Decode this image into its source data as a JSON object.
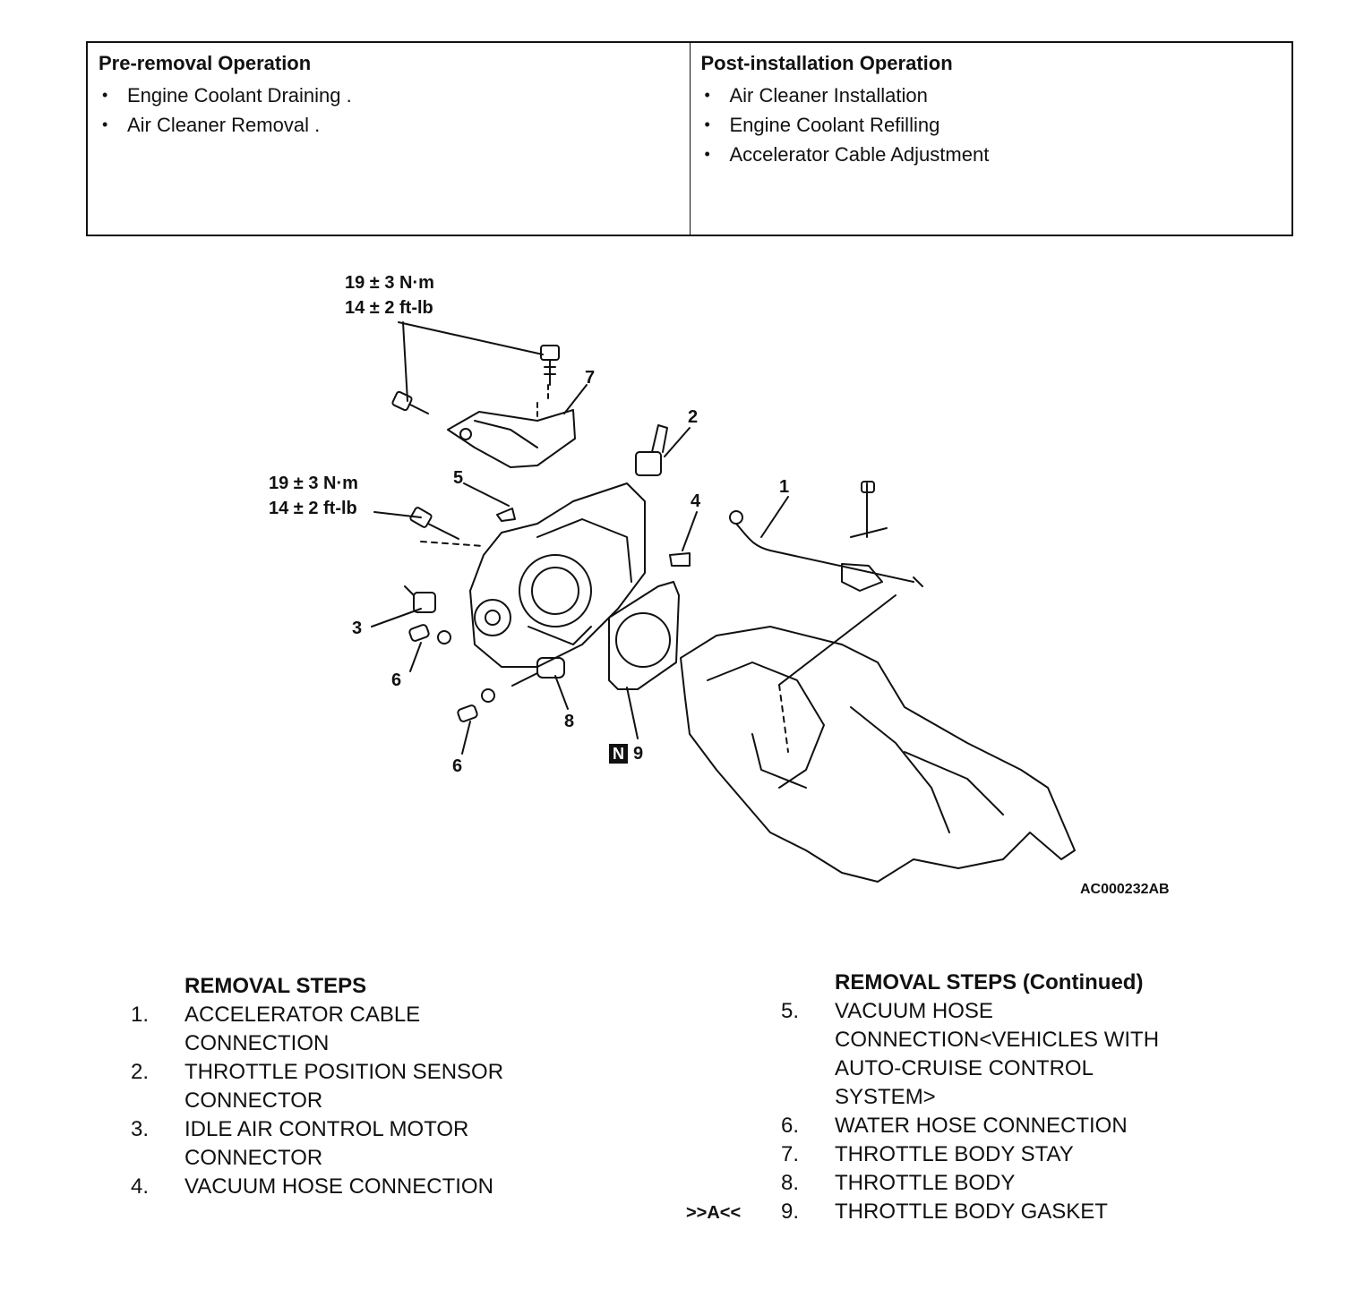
{
  "operations": {
    "pre": {
      "heading": "Pre-removal Operation",
      "items": [
        "Engine Coolant Draining .",
        "Air Cleaner Removal ."
      ]
    },
    "post": {
      "heading": "Post-installation Operation",
      "items": [
        "Air Cleaner Installation",
        "Engine Coolant Refilling",
        "Accelerator Cable Adjustment"
      ]
    }
  },
  "diagram": {
    "torque_top": [
      "19 ± 3 N·m",
      "14 ± 2 ft-lb"
    ],
    "torque_mid": [
      "19 ± 3 N·m",
      "14 ± 2 ft-lb"
    ],
    "callouts": [
      "1",
      "2",
      "3",
      "4",
      "5",
      "6",
      "6",
      "7",
      "8",
      "9"
    ],
    "n_badge": "N",
    "figure_id": "AC000232AB"
  },
  "removal_steps": {
    "title": "REMOVAL STEPS",
    "title_continued": "REMOVAL STEPS (Continued)",
    "left": [
      {
        "num": "1.",
        "lines": [
          "ACCELERATOR CABLE",
          "CONNECTION"
        ]
      },
      {
        "num": "2.",
        "lines": [
          "THROTTLE POSITION SENSOR",
          "CONNECTOR"
        ]
      },
      {
        "num": "3.",
        "lines": [
          "IDLE AIR CONTROL MOTOR",
          "CONNECTOR"
        ]
      },
      {
        "num": "4.",
        "lines": [
          "VACUUM HOSE CONNECTION"
        ]
      }
    ],
    "right": [
      {
        "num": "5.",
        "lines": [
          "VACUUM HOSE",
          "CONNECTION<VEHICLES WITH",
          "AUTO-CRUISE CONTROL",
          "SYSTEM>"
        ]
      },
      {
        "num": "6.",
        "lines": [
          "WATER HOSE CONNECTION"
        ]
      },
      {
        "num": "7.",
        "lines": [
          "THROTTLE BODY STAY"
        ]
      },
      {
        "num": "8.",
        "lines": [
          "THROTTLE BODY"
        ]
      },
      {
        "num": "9.",
        "lines": [
          "THROTTLE BODY GASKET"
        ],
        "ref": ">>A<<"
      }
    ]
  }
}
